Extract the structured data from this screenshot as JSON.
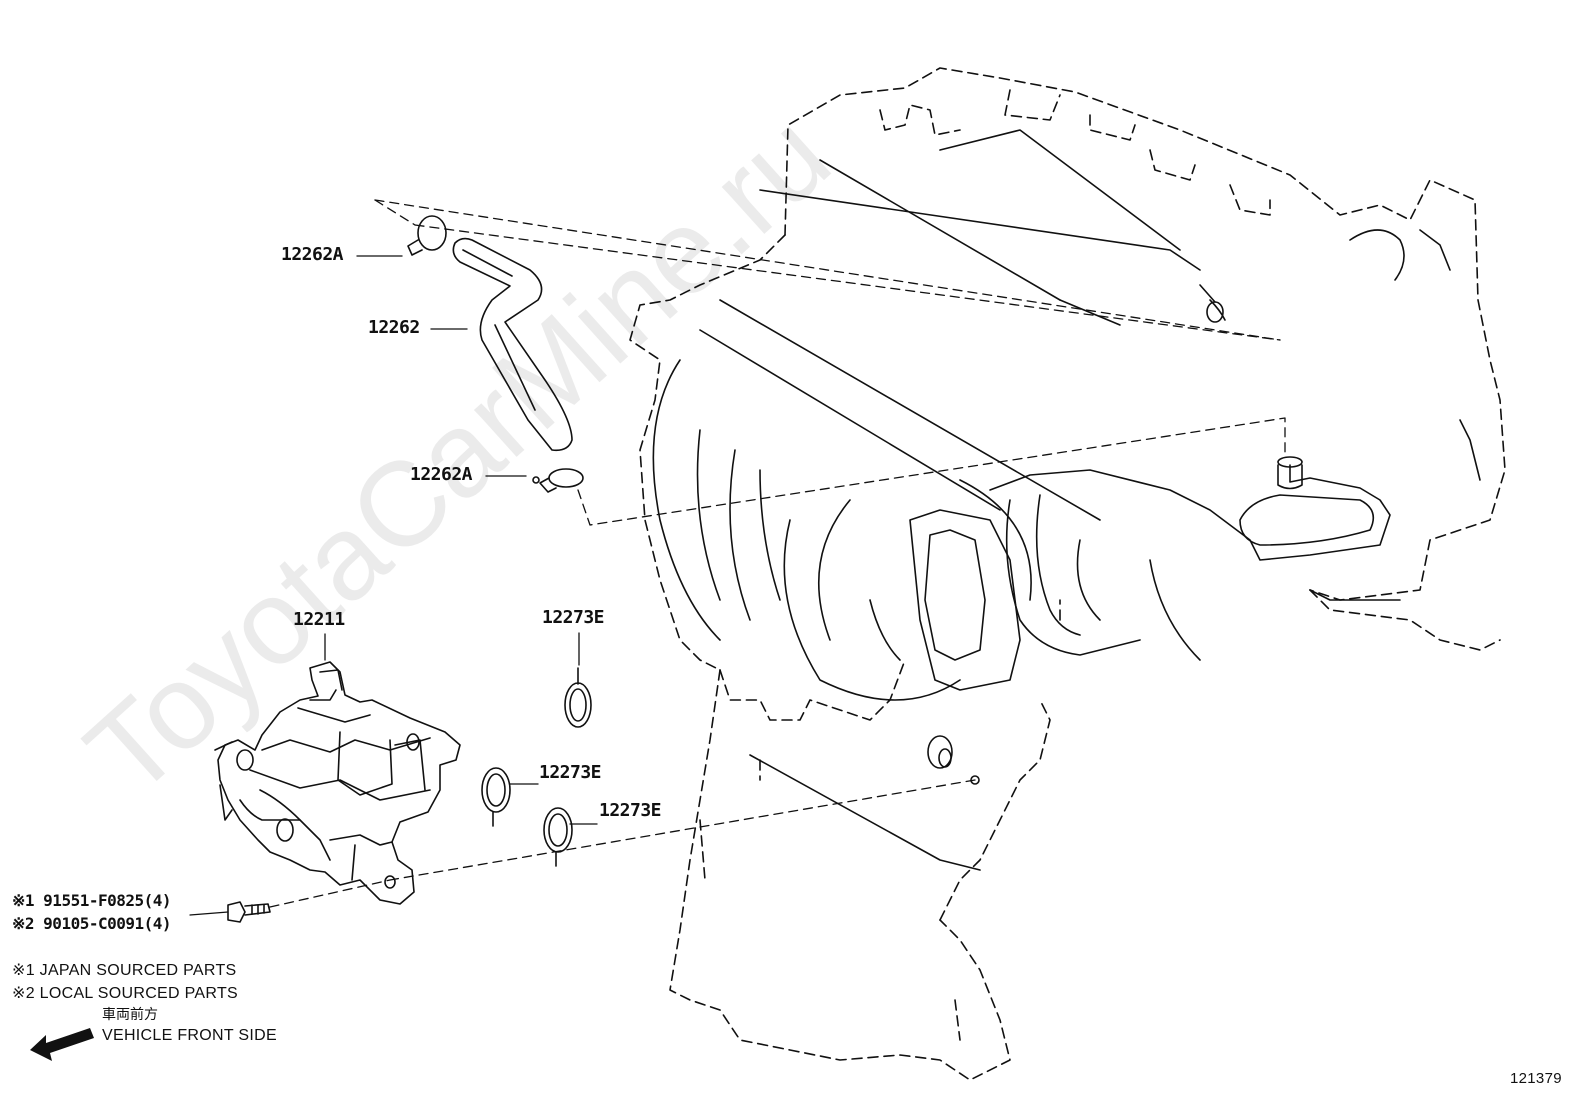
{
  "watermark": "ToyotaCarMine.ru",
  "callouts": {
    "hose_clamp_top": "12262A",
    "hose": "12262",
    "hose_clamp_bottom": "12262A",
    "vacuum_pump": "12211",
    "gasket_top": "12273E",
    "gasket_mid": "12273E",
    "gasket_low": "12273E"
  },
  "bolt": {
    "part_1": "※1 91551-F0825(4)",
    "part_2": "※2 90105-C0091(4)"
  },
  "notes": {
    "note_1": "※1 JAPAN SOURCED PARTS",
    "note_2": "※2 LOCAL SOURCED PARTS"
  },
  "direction": {
    "japanese": "車両前方",
    "english": "VEHICLE FRONT SIDE",
    "icon": "arrow-left-icon"
  },
  "figure_number": "121379",
  "colors": {
    "line": "#111111",
    "watermark": "#c8c8c8"
  }
}
